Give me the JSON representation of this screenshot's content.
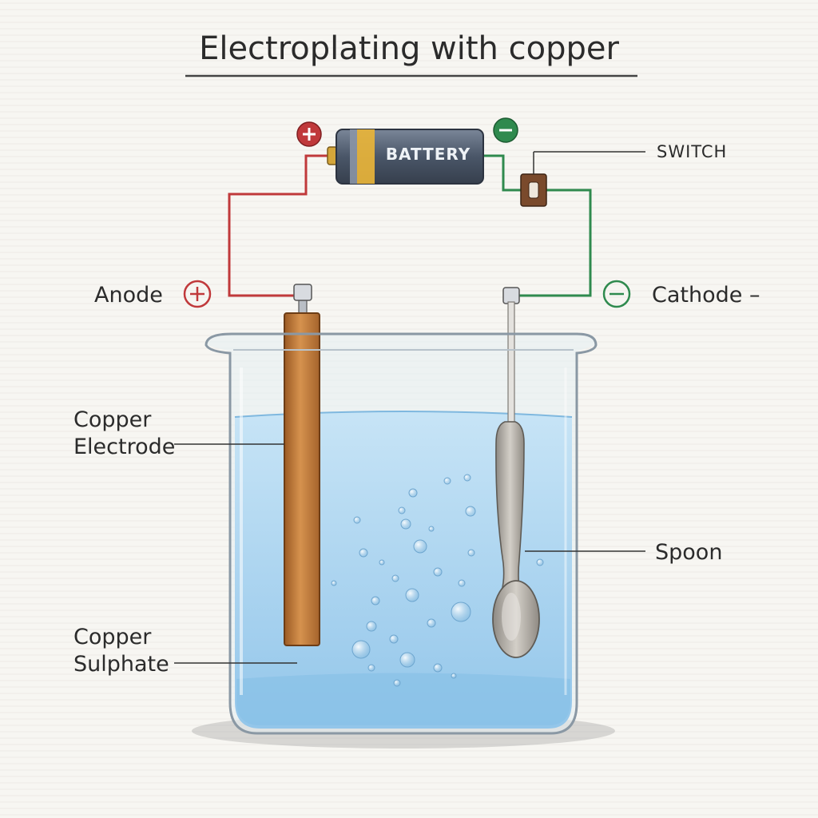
{
  "diagram": {
    "title": "Electroplating with copper",
    "battery_label": "BATTERY",
    "switch_label": "SWITCH",
    "anode_label": "Anode",
    "cathode_label": "Cathode –",
    "copper_electrode_label_line1": "Copper",
    "copper_electrode_label_line2": "Electrode",
    "copper_sulphate_label_line1": "Copper",
    "copper_sulphate_label_line2": "Sulphate",
    "spoon_label": "Spoon"
  },
  "colors": {
    "positive_wire": "#c0393b",
    "negative_wire": "#2f8a4e",
    "copper": "#c07a3a",
    "solution": "#a9d4ef",
    "battery_body": "#4a5668",
    "battery_band": "#e8b43a"
  }
}
